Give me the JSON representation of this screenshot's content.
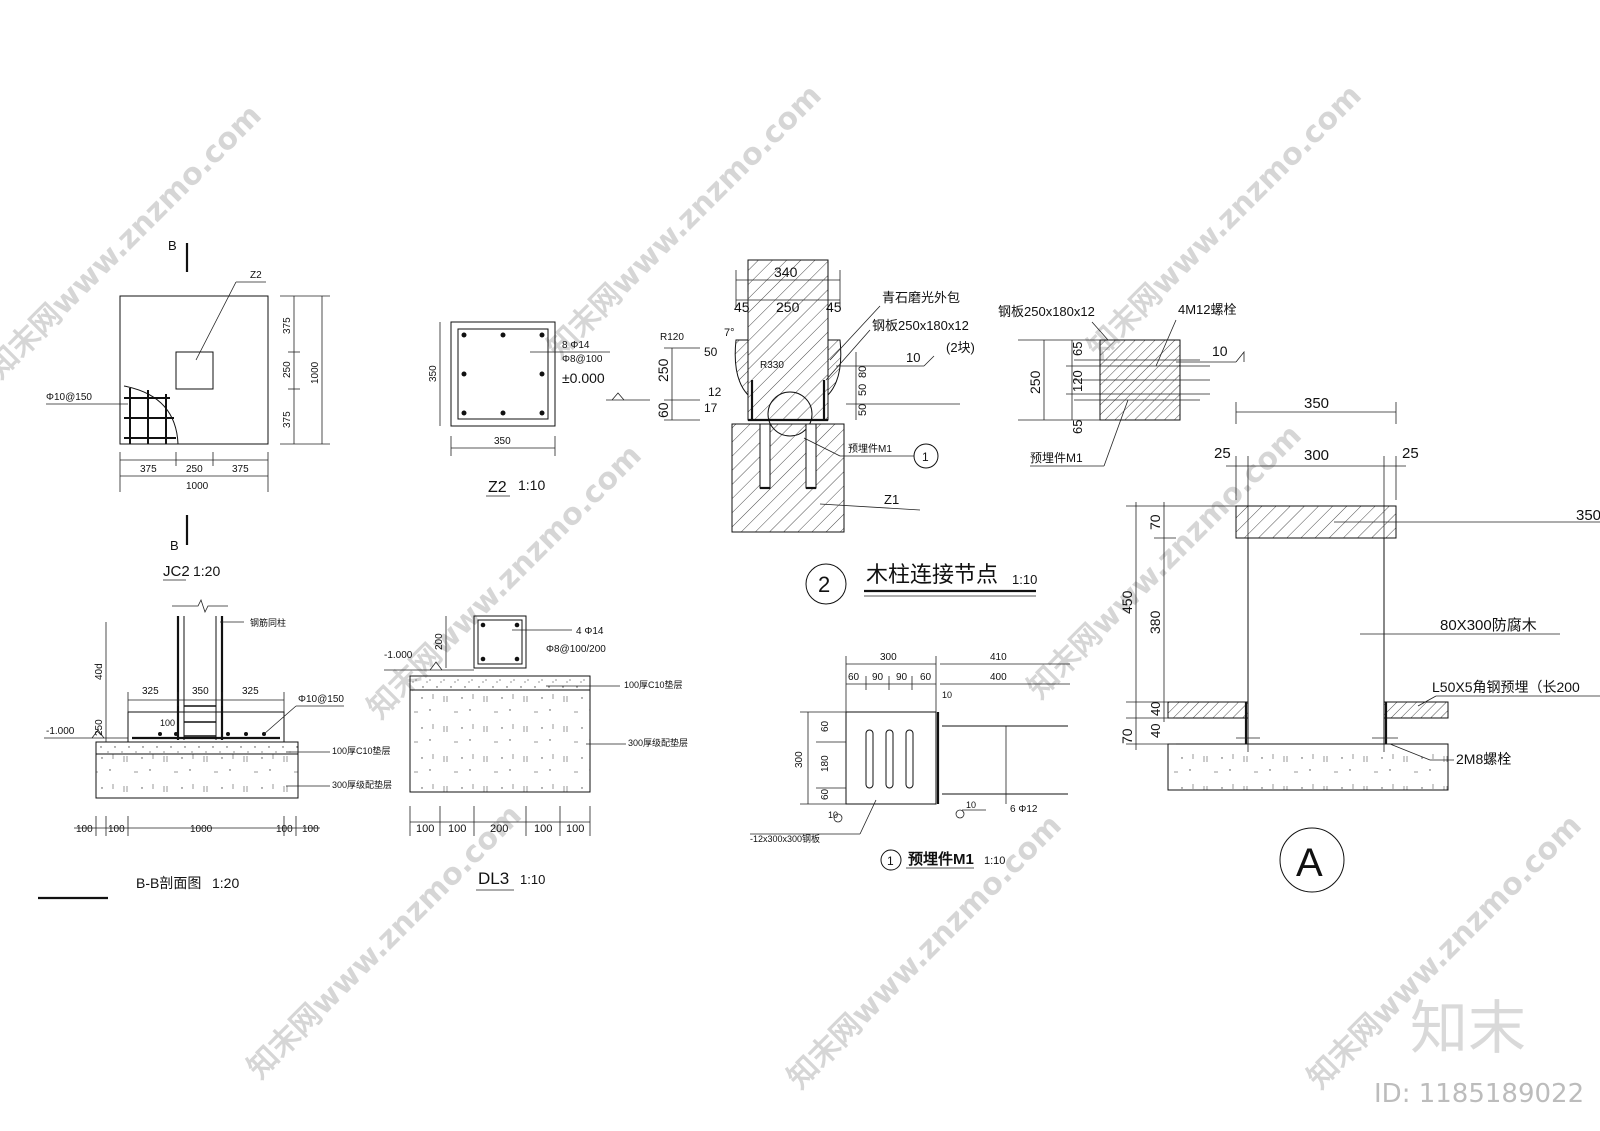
{
  "jc2": {
    "section_mark_top": "B",
    "section_mark_bottom": "B",
    "label_z2": "Z2",
    "label_rebar": "Φ10@150",
    "dim_375a": "375",
    "dim_250": "250",
    "dim_375b": "375",
    "dim_1000": "1000",
    "vdim_375a": "375",
    "vdim_250": "250",
    "vdim_375b": "375",
    "vdim_1000": "1000",
    "title": "JC2",
    "scale": "1:20"
  },
  "z2": {
    "label_bars": "8 Φ14",
    "label_stirrup": "Φ8@100",
    "label_level": "±0.000",
    "dim_w": "350",
    "dim_h": "350",
    "title": "Z2",
    "scale": "1:10"
  },
  "node2": {
    "dim_340": "340",
    "dim_45a": "45",
    "dim_250": "250",
    "dim_45b": "45",
    "label_stone": "青石磨光外包",
    "label_plate": "钢板250x180x12",
    "label_qty": "(2块)",
    "label_weld": "10",
    "dim_250v": "250",
    "dim_60": "60",
    "dim_r120": "R120",
    "dim_50": "50",
    "dim_7": "7°",
    "dim_12": "12",
    "dim_17": "17",
    "dim_r330": "R330",
    "dim_80": "80",
    "dim_50b": "50",
    "dim_50c": "50",
    "label_embed": "预埋件M1",
    "circle_1": "1",
    "label_z1": "Z1",
    "circle_2": "2",
    "title": "木柱连接节点",
    "scale": "1:10"
  },
  "plate": {
    "label_plate": "钢板250x180x12",
    "label_bolt": "4M12螺栓",
    "label_weld": "10",
    "dim_250": "250",
    "dim_65a": "65",
    "dim_120": "120",
    "dim_65b": "65",
    "label_embed": "预埋件M1"
  },
  "bb": {
    "label_bar": "钢筋同柱",
    "dim_40d": "40d",
    "dim_325a": "325",
    "dim_350": "350",
    "dim_325b": "325",
    "label_rebar": "Φ10@150",
    "level": "-1.000",
    "dim_250": "250",
    "dim_100": "100",
    "label_c10": "100厚C10垫层",
    "label_gravel": "300厚级配垫层",
    "dims_bottom": [
      "100",
      "100",
      "1000",
      "100",
      "100"
    ],
    "title": "B-B剖面图",
    "scale": "1:20"
  },
  "dl3": {
    "label_bars": "4 Φ14",
    "label_stirrup": "Φ8@100/200",
    "dim_200": "200",
    "level": "-1.000",
    "label_c10": "100厚C10垫层",
    "label_gravel": "300厚级配垫层",
    "dims_bottom": [
      "100",
      "100",
      "200",
      "100",
      "100"
    ],
    "title": "DL3",
    "scale": "1:10"
  },
  "m1": {
    "dim_300": "300",
    "dims_top": [
      "60",
      "90",
      "90",
      "60"
    ],
    "dim_410": "410",
    "dim_400": "400",
    "dim_10top": "10",
    "dim_v300": "300",
    "dims_v": [
      "60",
      "180",
      "60"
    ],
    "dim_10a": "10",
    "dim_10b": "10",
    "label_bars": "6 Φ12",
    "label_plate": "-12x300x300钢板",
    "circle": "1",
    "title": "预埋件M1",
    "scale": "1:10"
  },
  "a": {
    "dim_350": "350",
    "dim_25a": "25",
    "dim_300": "300",
    "dim_25b": "25",
    "label_350": "350",
    "vdims": [
      "70",
      "450",
      "380",
      "40",
      "70",
      "40"
    ],
    "label_wood": "80X300防腐木",
    "label_angle": "L50X5角钢预埋（长200",
    "label_bolt": "2M8螺栓",
    "circle": "A"
  },
  "brand": {
    "logo": "知末",
    "id": "ID: 1185189022",
    "watermark": "知末网www.znzmo.com"
  }
}
